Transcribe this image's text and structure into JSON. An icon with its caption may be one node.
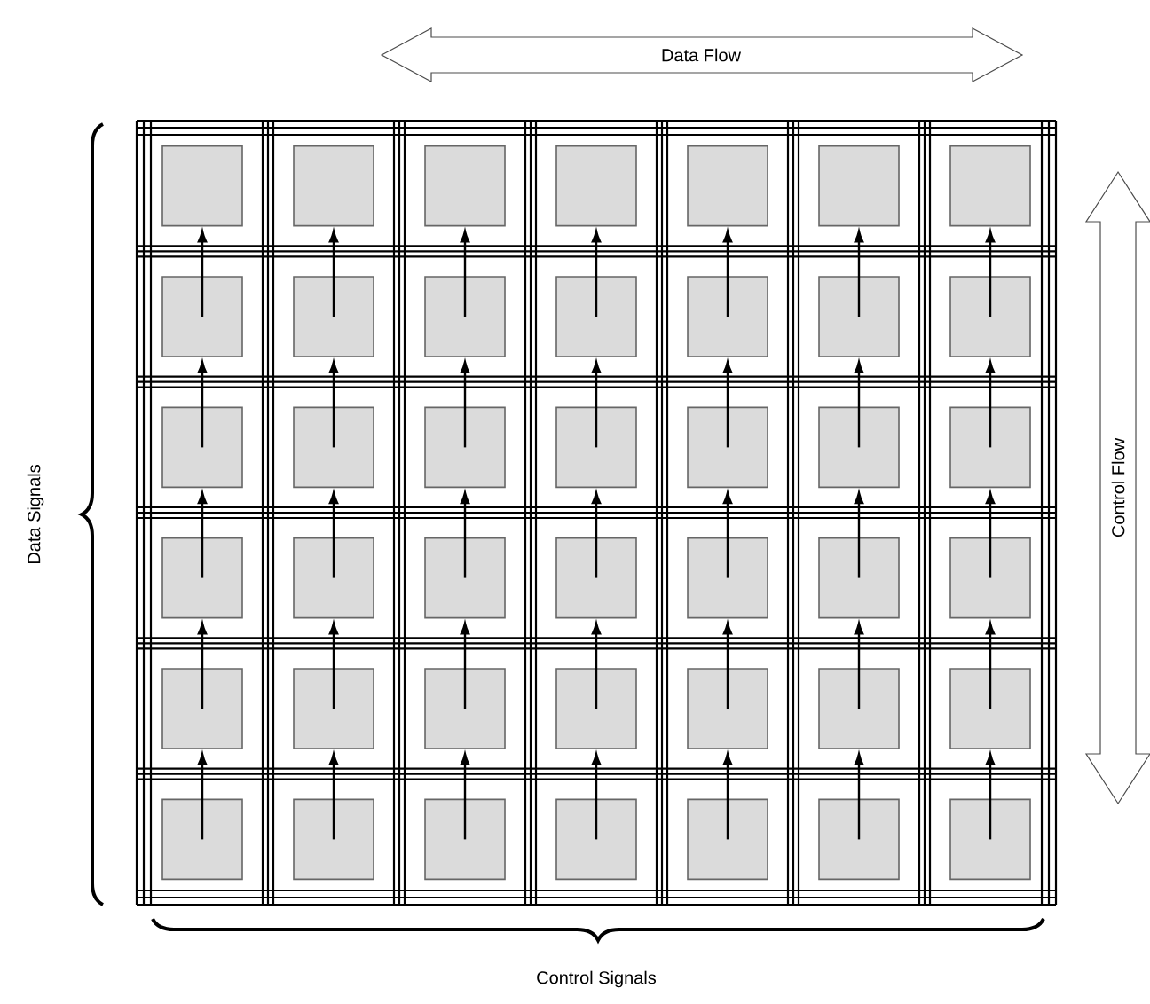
{
  "diagram": {
    "nodes": [
      {
        "text": [],
        "shape": "box"
      },
      {
        "text": [],
        "shape": "box"
      },
      {
        "text": [],
        "shape": "box"
      },
      {
        "text": [],
        "shape": "box"
      },
      {
        "text": [],
        "shape": "box"
      },
      {
        "text": [],
        "shape": "box"
      },
      {
        "text": [],
        "shape": "box"
      },
      {
        "text": [],
        "shape": "box"
      },
      {
        "text": [],
        "shape": "box"
      },
      {
        "text": [],
        "shape": "box"
      },
      {
        "text": [],
        "shape": "box"
      },
      {
        "text": [],
        "shape": "box"
      },
      {
        "text": [],
        "shape": "box"
      },
      {
        "text": [],
        "shape": "box"
      },
      {
        "text": [],
        "shape": "box"
      },
      {
        "text": [],
        "shape": "box"
      },
      {
        "text": [],
        "shape": "box"
      },
      {
        "text": [],
        "shape": "box"
      },
      {
        "text": [],
        "shape": "box"
      },
      {
        "text": [],
        "shape": "box"
      },
      {
        "text": [],
        "shape": "box"
      },
      {
        "text": [],
        "shape": "box"
      },
      {
        "text": [],
        "shape": "box"
      },
      {
        "text": [],
        "shape": "box"
      },
      {
        "text": [],
        "shape": "box"
      },
      {
        "text": [],
        "shape": "box"
      },
      {
        "text": [],
        "shape": "box"
      },
      {
        "text": [],
        "shape": "box"
      },
      {
        "text": [],
        "shape": "box"
      },
      {
        "text": [],
        "shape": "box"
      },
      {
        "text": [],
        "shape": "box"
      },
      {
        "text": [],
        "shape": "box"
      },
      {
        "text": [],
        "shape": "box"
      },
      {
        "text": [],
        "shape": "box"
      },
      {
        "text": [],
        "shape": "box"
      },
      {
        "text": [],
        "shape": "box"
      },
      {
        "text": [],
        "shape": "box"
      },
      {
        "text": [],
        "shape": "box"
      },
      {
        "text": [],
        "shape": "box"
      },
      {
        "text": [],
        "shape": "box"
      },
      {
        "text": [],
        "shape": "box"
      },
      {
        "text": [],
        "shape": "box"
      }
    ],
    "edges": [
      {
        "from": 7,
        "to": 0,
        "arrow": "to"
      },
      {
        "from": 8,
        "to": 1,
        "arrow": "to"
      },
      {
        "from": 9,
        "to": 2,
        "arrow": "to"
      },
      {
        "from": 10,
        "to": 3,
        "arrow": "to"
      },
      {
        "from": 11,
        "to": 4,
        "arrow": "to"
      },
      {
        "from": 12,
        "to": 5,
        "arrow": "to"
      },
      {
        "from": 13,
        "to": 6,
        "arrow": "to"
      },
      {
        "from": 14,
        "to": 7,
        "arrow": "to"
      },
      {
        "from": 15,
        "to": 8,
        "arrow": "to"
      },
      {
        "from": 16,
        "to": 9,
        "arrow": "to"
      },
      {
        "from": 17,
        "to": 10,
        "arrow": "to"
      },
      {
        "from": 18,
        "to": 11,
        "arrow": "to"
      },
      {
        "from": 19,
        "to": 12,
        "arrow": "to"
      },
      {
        "from": 20,
        "to": 13,
        "arrow": "to"
      },
      {
        "from": 21,
        "to": 14,
        "arrow": "to"
      },
      {
        "from": 22,
        "to": 15,
        "arrow": "to"
      },
      {
        "from": 23,
        "to": 16,
        "arrow": "to"
      },
      {
        "from": 24,
        "to": 17,
        "arrow": "to"
      },
      {
        "from": 25,
        "to": 18,
        "arrow": "to"
      },
      {
        "from": 26,
        "to": 19,
        "arrow": "to"
      },
      {
        "from": 27,
        "to": 20,
        "arrow": "to"
      },
      {
        "from": 28,
        "to": 21,
        "arrow": "to"
      },
      {
        "from": 29,
        "to": 22,
        "arrow": "to"
      },
      {
        "from": 30,
        "to": 23,
        "arrow": "to"
      },
      {
        "from": 31,
        "to": 24,
        "arrow": "to"
      },
      {
        "from": 32,
        "to": 25,
        "arrow": "to"
      },
      {
        "from": 33,
        "to": 26,
        "arrow": "to"
      },
      {
        "from": 34,
        "to": 27,
        "arrow": "to"
      },
      {
        "from": 35,
        "to": 28,
        "arrow": "to"
      },
      {
        "from": 36,
        "to": 29,
        "arrow": "to"
      },
      {
        "from": 37,
        "to": 30,
        "arrow": "to"
      },
      {
        "from": 38,
        "to": 31,
        "arrow": "to"
      },
      {
        "from": 39,
        "to": 32,
        "arrow": "to"
      },
      {
        "from": 40,
        "to": 33,
        "arrow": "to"
      },
      {
        "from": 41,
        "to": 34,
        "arrow": "to"
      }
    ],
    "labels": [
      "Data Flow",
      "Data Signals",
      "Control Flow",
      "Control Signals"
    ]
  }
}
